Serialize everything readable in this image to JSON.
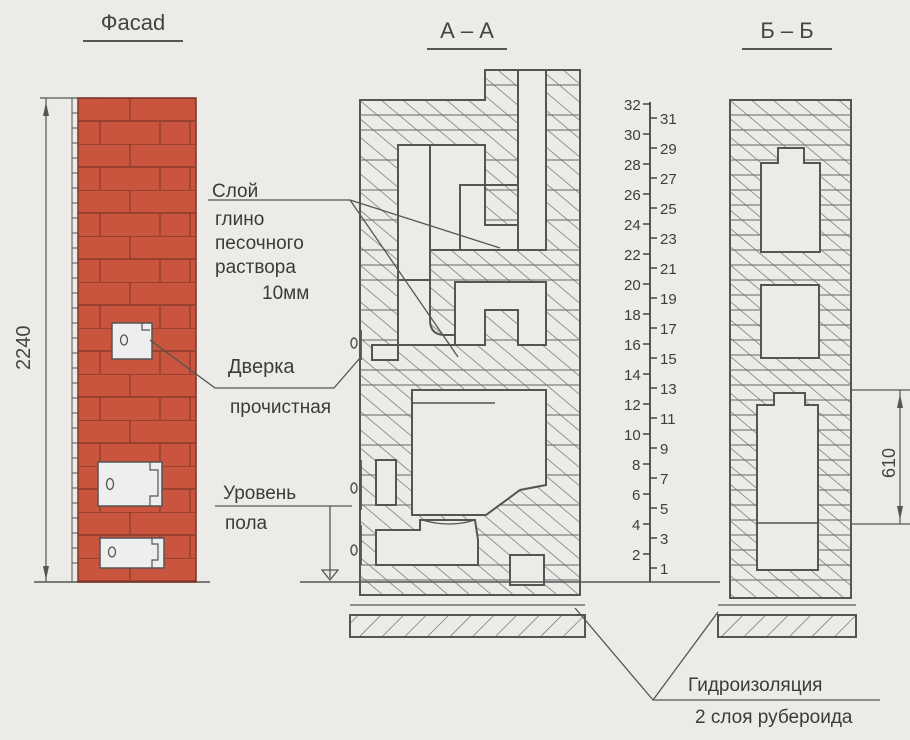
{
  "titles": {
    "facade": "Фасаd",
    "section_a": "А – А",
    "section_b": "Б – Б"
  },
  "labels": {
    "layer_line1": "Слой",
    "layer_line2": "глино",
    "layer_line3": "песочного",
    "layer_line4": "раствора",
    "layer_line5": "10мм",
    "door_line1": "Дверка",
    "door_line2": "прочистная",
    "floor_line1": "Уровень",
    "floor_line2": "пола",
    "waterproof_line1": "Гидроизоляция",
    "waterproof_line2": "2 слоя рубероида"
  },
  "dimensions": {
    "total_height": "2240",
    "chamber_height": "610"
  },
  "row_scale": {
    "left": [
      "32",
      "30",
      "28",
      "26",
      "24",
      "22",
      "20",
      "18",
      "16",
      "14",
      "12",
      "10",
      "8",
      "6",
      "4",
      "2"
    ],
    "right": [
      "31",
      "29",
      "27",
      "25",
      "23",
      "21",
      "19",
      "17",
      "15",
      "13",
      "11",
      "9",
      "7",
      "5",
      "3",
      "1"
    ]
  },
  "colors": {
    "brick": "#c9553f",
    "mortar": "#8a3a2a",
    "line": "#555555",
    "paper": "#ecebe8"
  }
}
